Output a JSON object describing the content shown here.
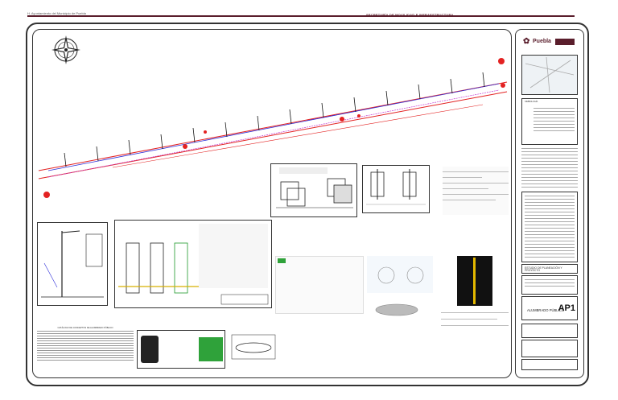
{
  "header": {
    "left_text": "H. Ayuntamiento del Municipio de Puebla",
    "right_text": "SECRETARÍA DE MOVILIDAD E INFRAESTRUCTURA"
  },
  "colors": {
    "brand": "#5a1e2c",
    "road_red": "#e32222",
    "axis_blue": "#2b2bd8",
    "dim_magenta": "#c23bd0"
  },
  "plan": {
    "compass_icon": "north-arrow-compass-icon"
  },
  "side_panel": {
    "logo_text": "Puebla",
    "legend_heading": "SIMBOLOGÍA",
    "notes_heading": "NOTAS GENERALES",
    "phase_title": "ESTUDIO DE PLANEACIÓN Y PROYECTO",
    "sheet_name": "ALUMBRADO PÚBLICO",
    "sheet_code": "AP1"
  },
  "table_title": "CATÁLOGO DE CONCEPTOS DE ALUMBRADO PÚBLICO"
}
